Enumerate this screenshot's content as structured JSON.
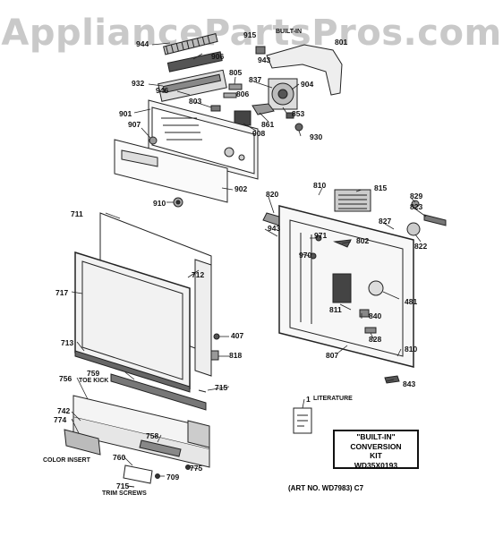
{
  "watermark": "AppliancePartsPros.com",
  "callouts": {
    "p944": "944",
    "p915": "915",
    "p943t": "943",
    "p801": "801",
    "p906": "906",
    "p932": "932",
    "p805": "805",
    "p837": "837",
    "p946": "946",
    "p806": "806",
    "p904": "904",
    "p803": "803",
    "p853": "853",
    "p901": "901",
    "p861": "861",
    "p907": "907",
    "p908": "908",
    "p930": "930",
    "p810t": "810",
    "p902": "902",
    "p820": "820",
    "p815": "815",
    "p829": "829",
    "p910": "910",
    "p823": "823",
    "p711": "711",
    "p827": "827",
    "p943": "943",
    "p971": "971",
    "p802": "802",
    "p822": "822",
    "p970": "970",
    "p712": "712",
    "p717": "717",
    "p481": "481",
    "p811": "811",
    "p840": "840",
    "p828": "828",
    "p407": "407",
    "p713": "713",
    "p818": "818",
    "p810b": "810",
    "p807": "807",
    "p759": "759",
    "p756": "756",
    "p715a": "715",
    "p843": "843",
    "p742": "742",
    "p774": "774",
    "p758": "758",
    "p760": "760",
    "p775": "775",
    "p709": "709",
    "p715b": "715",
    "p1": "1"
  },
  "text": {
    "built_in_partial": "BUILT-IN",
    "toe_kick": "TOE KICK",
    "color_insert": "COLOR INSERT",
    "trim_screws": "TRIM SCREWS",
    "literature": "LITERATURE"
  },
  "kit_box": {
    "line1": "\"BUILT-IN\"",
    "line2": "CONVERSION",
    "line3": "KIT",
    "line4": "WD35X0193"
  },
  "art_no": "(ART NO. WD7983) C7"
}
